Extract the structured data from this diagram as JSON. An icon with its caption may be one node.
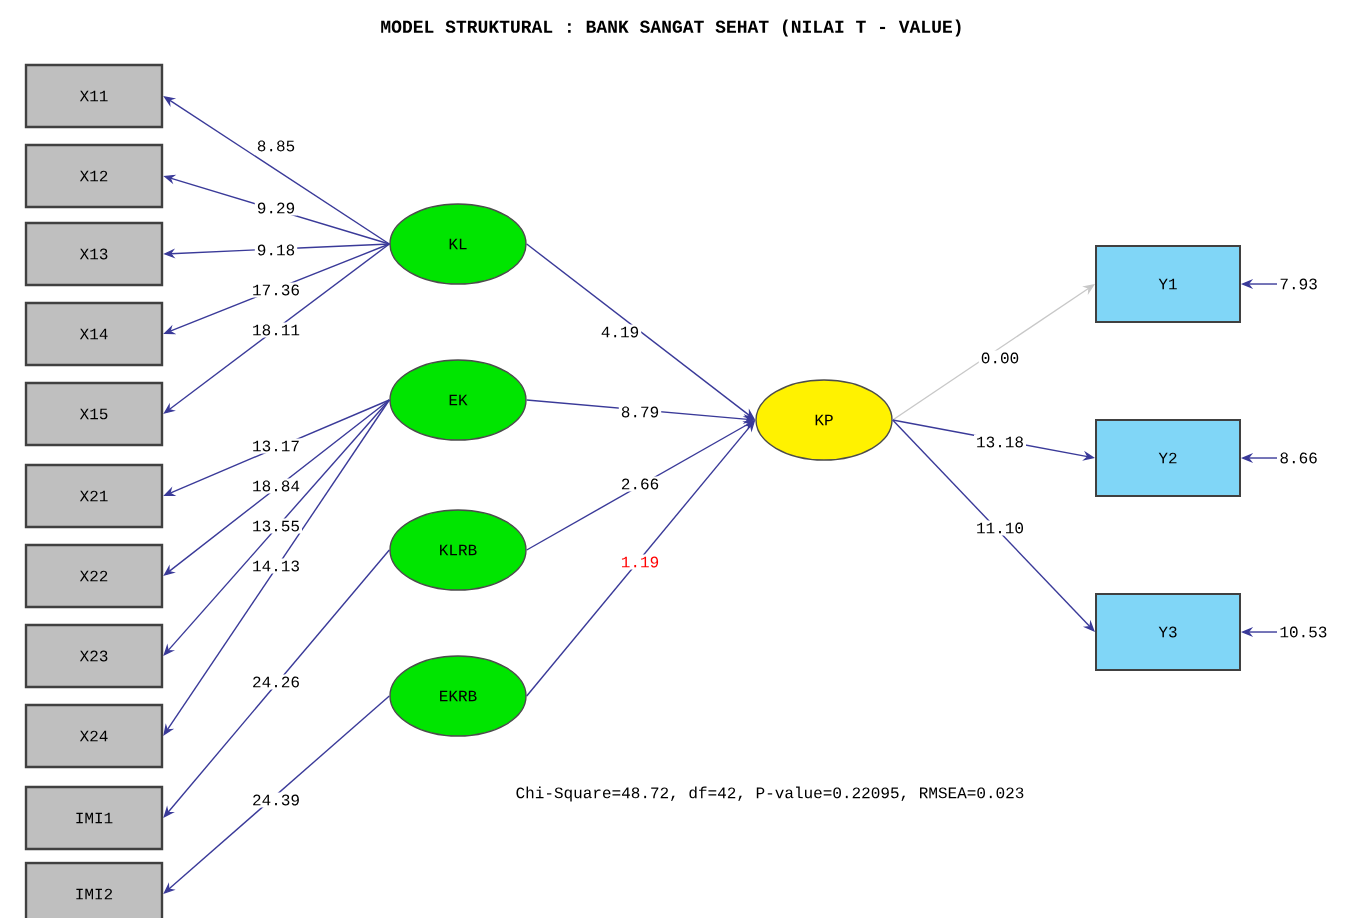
{
  "diagram": {
    "title": "MODEL STRUKTURAL : BANK SANGAT SEHAT (NILAI T - VALUE)",
    "nodes": [
      {
        "text": [
          "X11"
        ]
      },
      {
        "text": [
          "X12"
        ]
      },
      {
        "text": [
          "X13"
        ]
      },
      {
        "text": [
          "X14"
        ]
      },
      {
        "text": [
          "X15"
        ]
      },
      {
        "text": [
          "X21"
        ]
      },
      {
        "text": [
          "X22"
        ]
      },
      {
        "text": [
          "X23"
        ]
      },
      {
        "text": [
          "X24"
        ]
      },
      {
        "text": [
          "IMI1"
        ]
      },
      {
        "text": [
          "IMI2"
        ]
      },
      {
        "text": [
          "KL"
        ]
      },
      {
        "text": [
          "EK"
        ]
      },
      {
        "text": [
          "KLRB"
        ]
      },
      {
        "text": [
          "EKRB"
        ]
      },
      {
        "text": [
          "KP"
        ]
      },
      {
        "text": [
          "Y1"
        ]
      },
      {
        "text": [
          "Y2"
        ]
      },
      {
        "text": [
          "Y3"
        ]
      }
    ],
    "edges": [
      {
        "from": 11,
        "to": 0,
        "arrow": "to",
        "label": "8.85"
      },
      {
        "from": 11,
        "to": 1,
        "arrow": "to",
        "label": "9.29"
      },
      {
        "from": 11,
        "to": 2,
        "arrow": "to",
        "label": "9.18"
      },
      {
        "from": 11,
        "to": 3,
        "arrow": "to",
        "label": "17.36"
      },
      {
        "from": 11,
        "to": 4,
        "arrow": "to",
        "label": "18.11"
      },
      {
        "from": 12,
        "to": 5,
        "arrow": "to",
        "label": "13.17"
      },
      {
        "from": 12,
        "to": 6,
        "arrow": "to",
        "label": "18.84"
      },
      {
        "from": 12,
        "to": 7,
        "arrow": "to",
        "label": "13.55"
      },
      {
        "from": 12,
        "to": 8,
        "arrow": "to",
        "label": "14.13"
      },
      {
        "from": 13,
        "to": 9,
        "arrow": "to",
        "label": "24.26"
      },
      {
        "from": 14,
        "to": 10,
        "arrow": "to",
        "label": "24.39"
      },
      {
        "from": 11,
        "to": 15,
        "arrow": "to",
        "label": "4.19"
      },
      {
        "from": 12,
        "to": 15,
        "arrow": "to",
        "label": "8.79"
      },
      {
        "from": 13,
        "to": 15,
        "arrow": "to",
        "label": "2.66"
      },
      {
        "from": 14,
        "to": 15,
        "arrow": "to",
        "label": "1.19"
      },
      {
        "from": 15,
        "to": 16,
        "arrow": "to",
        "label": "0.00",
        "color": "#c8c8c8"
      },
      {
        "from": 15,
        "to": 17,
        "arrow": "to",
        "label": "13.18"
      },
      {
        "from": 15,
        "to": 18,
        "arrow": "to",
        "label": "11.10"
      },
      {
        "from": null,
        "to": 16,
        "arrow": "to",
        "label": "7.93"
      },
      {
        "from": null,
        "to": 17,
        "arrow": "to",
        "label": "8.66"
      },
      {
        "from": null,
        "to": 18,
        "arrow": "to",
        "label": "10.53"
      }
    ],
    "labels": [
      "Chi-Square=48.72, df=42, P-value=0.22095, RMSEA=0.023"
    ]
  }
}
